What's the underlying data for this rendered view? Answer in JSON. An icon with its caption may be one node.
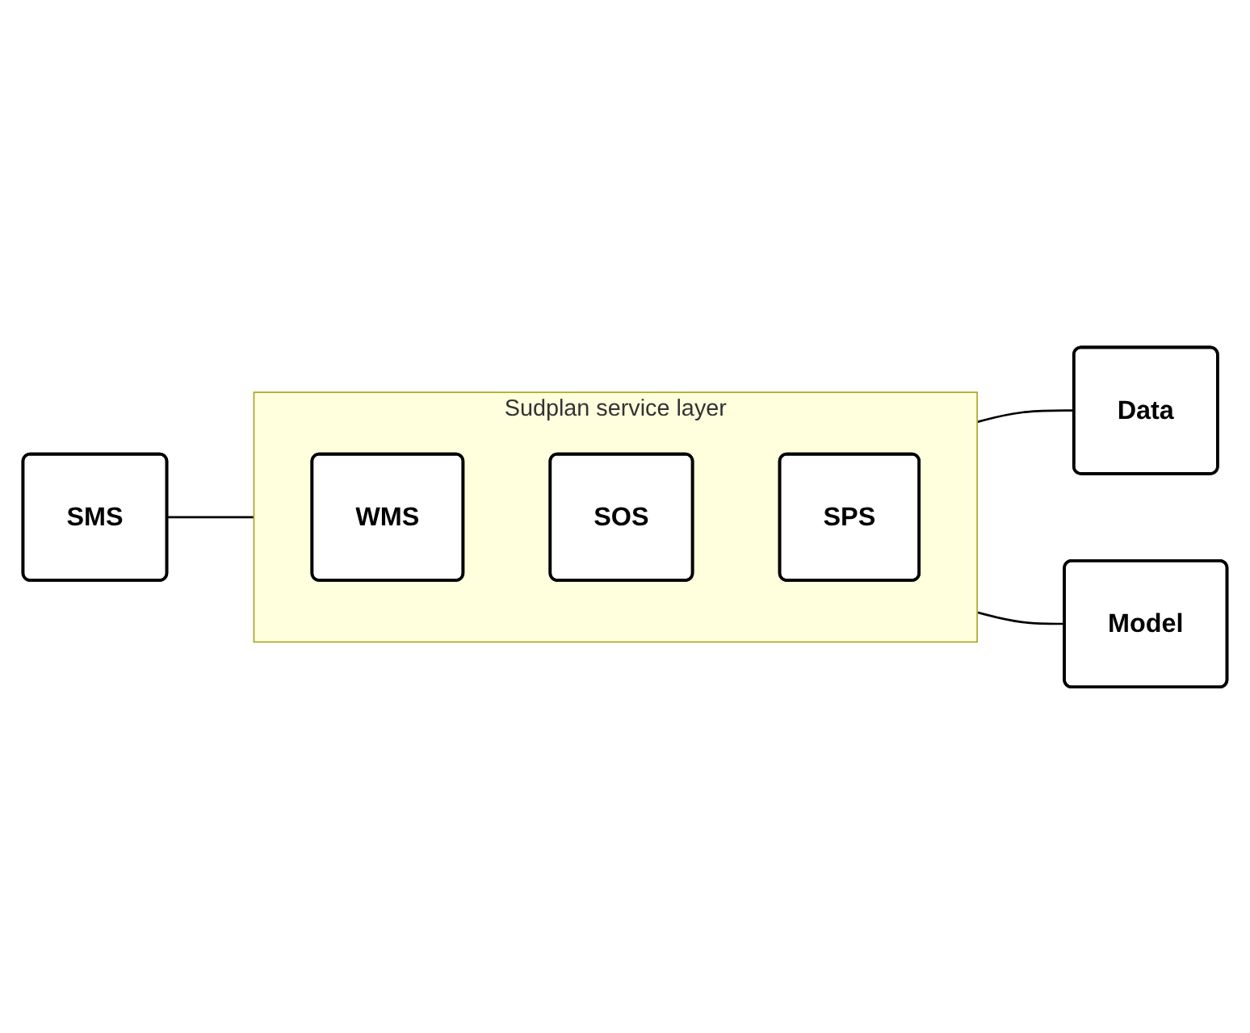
{
  "diagram": {
    "nodes": [
      {
        "text": [
          "Sudplan service layer"
        ]
      },
      {
        "text": [
          "WMS"
        ],
        "in": 0
      },
      {
        "text": [
          "SOS"
        ],
        "in": 0
      },
      {
        "text": [
          "SPS"
        ],
        "in": 0
      },
      {
        "text": [
          "SMS"
        ]
      },
      {
        "text": [
          "Data"
        ]
      },
      {
        "text": [
          "Model"
        ]
      }
    ],
    "edges": [
      {
        "from": 4,
        "to": 0,
        "arrow": "none"
      },
      {
        "from": 0,
        "to": 5,
        "arrow": "none"
      },
      {
        "from": 0,
        "to": 6,
        "arrow": "none"
      }
    ]
  }
}
